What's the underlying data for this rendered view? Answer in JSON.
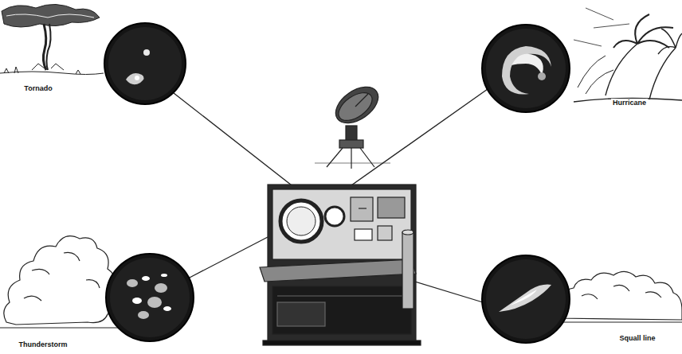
{
  "diagram": {
    "nodes": [
      {
        "text": [
          "Tornado"
        ]
      },
      {
        "text": [
          "Hurricane"
        ]
      },
      {
        "text": [
          "Thunderstorm"
        ]
      },
      {
        "text": [
          "Squall line"
        ]
      }
    ]
  }
}
